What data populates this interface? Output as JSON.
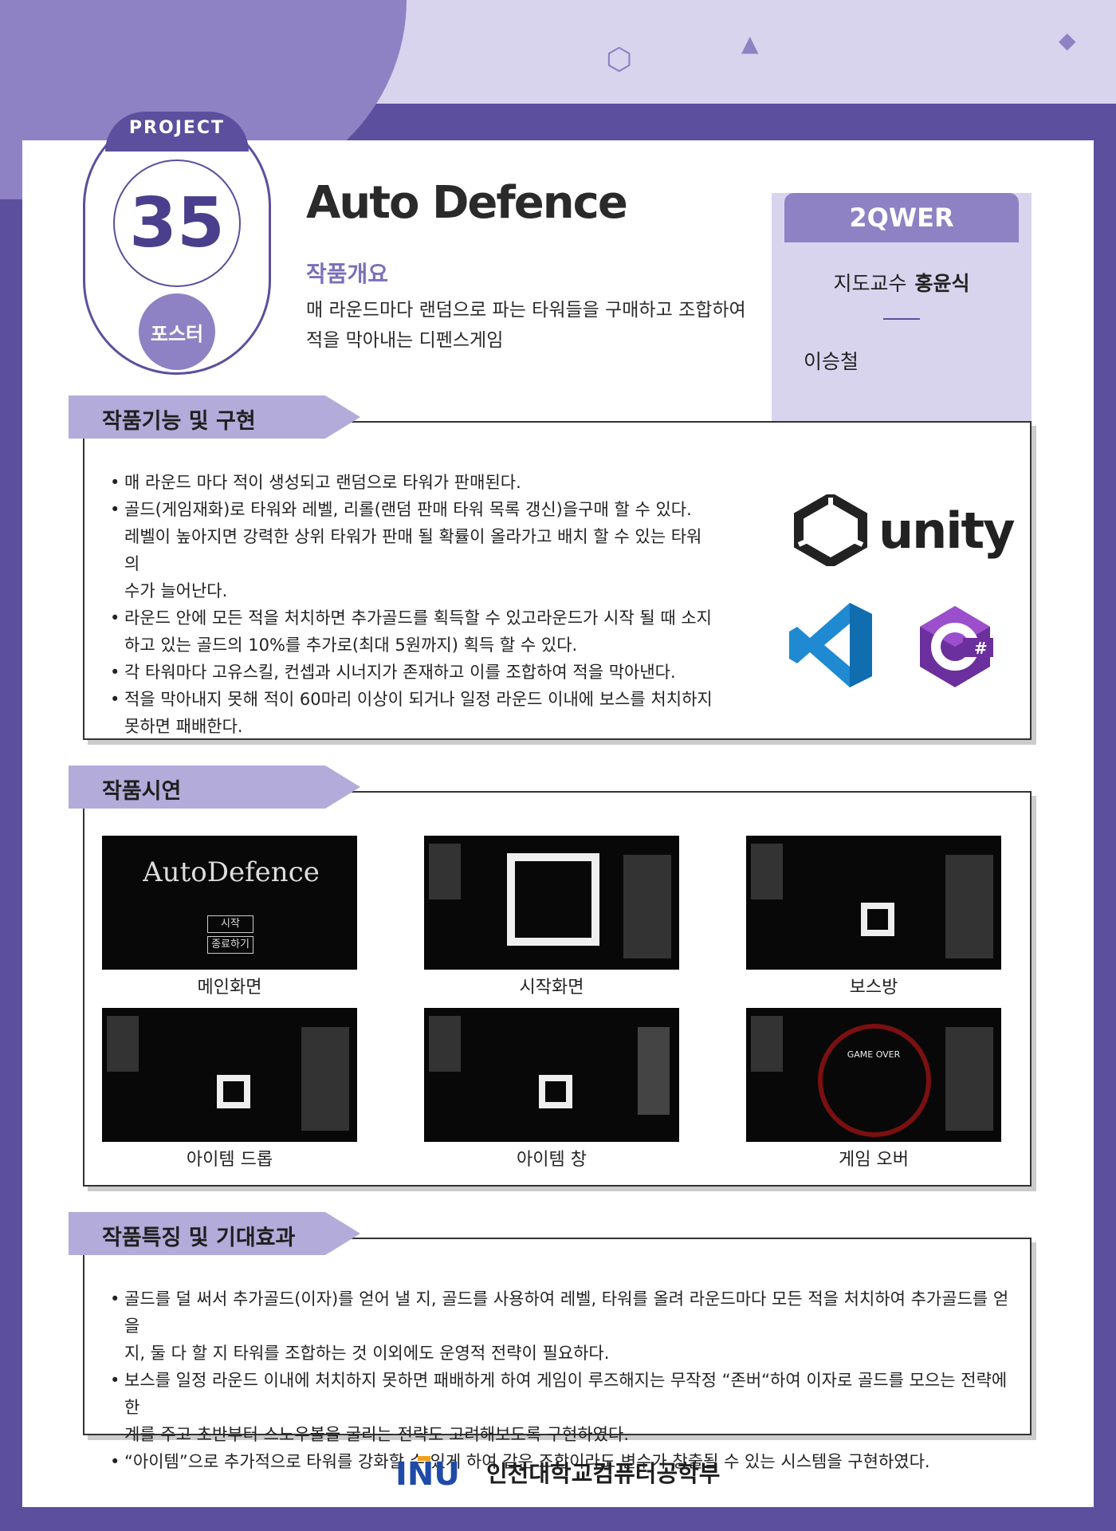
{
  "badge": {
    "project_label": "PROJECT",
    "number": "35",
    "type_label": "포스터"
  },
  "title": "Auto Defence",
  "overview": {
    "heading": "작품개요",
    "lines": [
      "매 라운드마다 랜덤으로 파는 타워들을 구매하고 조합하여",
      "적을 막아내는 디펜스게임"
    ]
  },
  "team": {
    "name": "2QWER",
    "advisor_label": "지도교수",
    "advisor_name": "홍윤식",
    "member": "이승철"
  },
  "features": {
    "heading": "작품기능 및 구현",
    "items": [
      [
        "매 라운드 마다 적이 생성되고 랜덤으로 타워가 판매된다."
      ],
      [
        "골드(게임재화)로 타워와 레벨, 리롤(랜덤 판매 타워 목록 갱신)을구매 할 수 있다.",
        "레벨이 높아지면 강력한 상위 타워가 판매 될 확률이 올라가고 배치 할 수 있는 타워의",
        "수가 늘어난다."
      ],
      [
        "라운드 안에 모든 적을 처치하면 추가골드를 획득할 수 있고라운드가 시작 될 때 소지",
        "하고 있는 골드의 10%를 추가로(최대 5원까지) 획득 할 수 있다."
      ],
      [
        "각 타워마다 고유스킬, 컨셉과 시너지가 존재하고 이를 조합하여 적을 막아낸다."
      ],
      [
        "적을 막아내지 못해 적이 60마리 이상이 되거나 일정 라운드 이내에 보스를 처치하지",
        "못하면 패배한다."
      ]
    ],
    "logos": {
      "unity_word": "unity",
      "csharp_symbol": "#"
    }
  },
  "demo": {
    "heading": "작품시연",
    "logo_text": "AutoDefence",
    "menu_start": "시작",
    "menu_quit": "종료하기",
    "game_over": "GAME OVER",
    "captions": [
      "메인화면",
      "시작화면",
      "보스방",
      "아이템 드롭",
      "아이템 창",
      "게임 오버"
    ]
  },
  "effects": {
    "heading": "작품특징 및 기대효과",
    "items": [
      [
        "골드를 덜 써서 추가골드(이자)를 얻어 낼 지, 골드를 사용하여 레벨, 타워를 올려 라운드마다 모든 적을 처치하여 추가골드를 얻을",
        "지, 둘 다 할 지 타워를 조합하는 것 이외에도 운영적 전략이 필요하다."
      ],
      [
        "보스를 일정 라운드 이내에 처치하지 못하면 패배하게 하여 게임이 루즈해지는 무작정 “존버“하여 이자로 골드를 모으는 전략에 한",
        "계를 주고 초반부터 스노우볼을 굴리는 전략도 고려해보도록 구현하였다."
      ],
      [
        "“아이템”으로 추가적으로 타워를 강화할 수 있게 하여 같은 조합이라도 변수가 창출될 수 있는 시스템을 구현하였다."
      ]
    ]
  },
  "footer": {
    "logo": "INU",
    "text": "인천대학교컴퓨터공학부"
  },
  "colors": {
    "primary": "#5b4f9e",
    "light": "#d9d4ee",
    "accent": "#8e82c4",
    "tab": "#b3abda"
  }
}
